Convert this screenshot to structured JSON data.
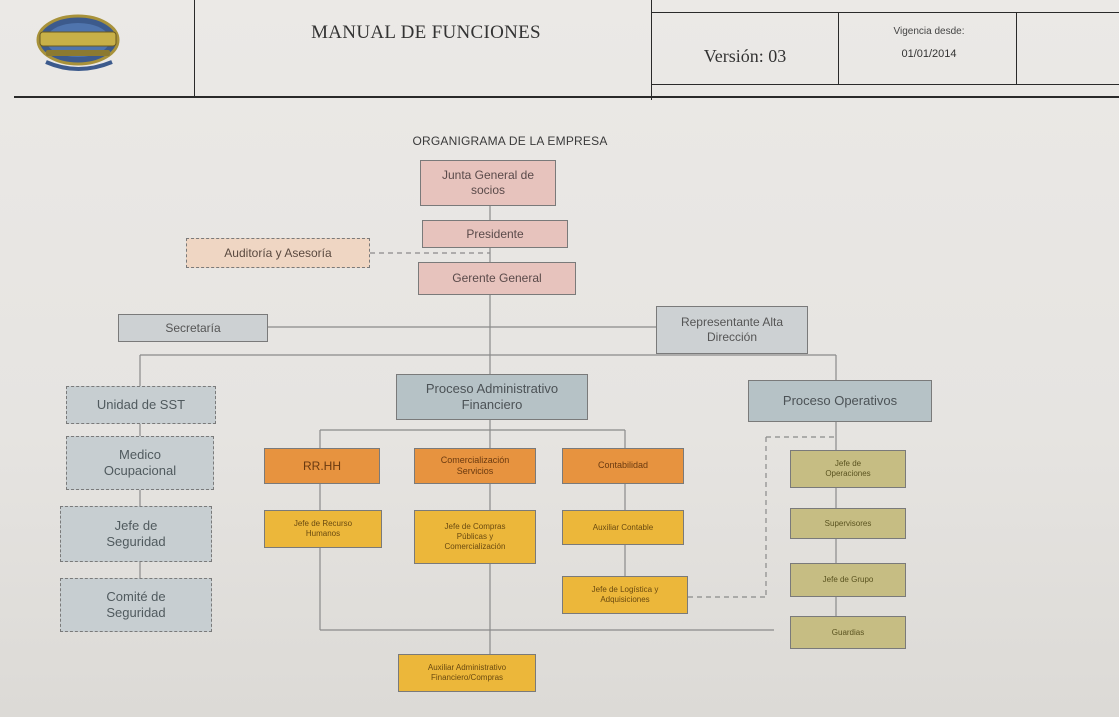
{
  "header": {
    "title": "MANUAL DE FUNCIONES",
    "version": "Versión: 03",
    "vigencia_label": "Vigencia desde:",
    "vigencia_date": "01/01/2014"
  },
  "chart": {
    "title": "ORGANIGRAMA DE LA EMPRESA",
    "nodes": {
      "junta": "Junta General de socios",
      "presidente": "Presidente",
      "auditoria": "Auditoría  y Asesoría",
      "gerente": "Gerente General",
      "secretaria": "Secretaría",
      "representante": "Representante Alta Dirección",
      "unidad_sst": "Unidad de SST",
      "proceso_admin": "Proceso Administrativo Financiero",
      "proceso_oper": "Proceso Operativos",
      "medico": "Medico Ocupacional",
      "jefe_seguridad": "Jefe de Seguridad",
      "comite": "Comité de Seguridad",
      "rrhh": "RR.HH",
      "comercializacion": "Comercialización Servicios",
      "contabilidad": "Contabilidad",
      "jefe_rrhh": "Jefe de Recurso Humanos",
      "jefe_compras": "Jefe de Compras Públicas y Comercialización",
      "auxiliar_contable": "Auxiliar Contable",
      "jefe_logistica": "Jefe de Logística y Adquisiciones",
      "auxiliar_admin": "Auxiliar Administrativo Financiero/Compras",
      "jefe_operaciones": "Jefe de Operaciones",
      "supervisores": "Supervisores",
      "jefe_grupo": "Jefe de Grupo",
      "guardias": "Guardias"
    }
  }
}
